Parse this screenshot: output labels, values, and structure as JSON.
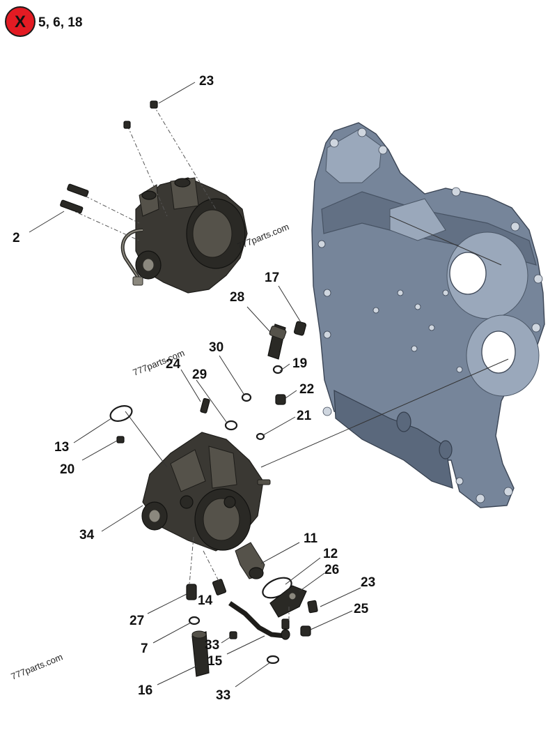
{
  "header": {
    "removed_icon": "x-circle-icon",
    "removed_color": "#e31b23",
    "removed_letter": "X",
    "removed_items": "5, 6, 18"
  },
  "callouts": {
    "c2": "2",
    "c7": "7",
    "c11": "11",
    "c12": "12",
    "c13": "13",
    "c14": "14",
    "c15": "15",
    "c16": "16",
    "c17": "17",
    "c19": "19",
    "c20": "20",
    "c21": "21",
    "c22": "22",
    "c23_top": "23",
    "c23_right": "23",
    "c24": "24",
    "c25": "25",
    "c26": "26",
    "c27": "27",
    "c28": "28",
    "c29": "29",
    "c30": "30",
    "c33_mid": "33",
    "c33_bot": "33",
    "c34": "34"
  },
  "watermarks": {
    "top": "777parts.com",
    "middle": "777parts.com",
    "bottom": "777parts.com"
  }
}
